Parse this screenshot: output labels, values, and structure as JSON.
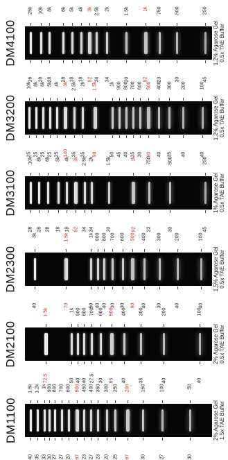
{
  "accent_color": "#c8321e",
  "label_color": "#222222",
  "panels": [
    {
      "name": "DM4100",
      "condition_lines": [
        "1.2% Agarose Gel",
        "0.5x TAE Buffer"
      ],
      "bands": [
        {
          "size": "25k",
          "mass": "16",
          "pos": 0.0,
          "hi": false
        },
        {
          "size": "10k",
          "mass": "28",
          "pos": 0.06,
          "hi": false
        },
        {
          "size": "8k",
          "mass": "28",
          "pos": 0.11,
          "hi": false
        },
        {
          "size": "6k",
          "mass": "28",
          "pos": 0.19,
          "hi": false
        },
        {
          "size": "5k",
          "mass": "18",
          "pos": 0.24,
          "hi": false
        },
        {
          "size": "4k",
          "mass": "18",
          "pos": 0.29,
          "hi": false
        },
        {
          "size": "3k",
          "mass": "92",
          "pos": 0.34,
          "hi": true
        },
        {
          "size": "2.5k",
          "mass": "34",
          "pos": 0.38,
          "hi": false
        },
        {
          "size": "2k",
          "mass": "34",
          "pos": 0.44,
          "hi": false
        },
        {
          "size": "1.5k",
          "mass": "20",
          "pos": 0.55,
          "hi": false
        },
        {
          "size": "1k",
          "mass": "92",
          "pos": 0.66,
          "hi": true
        },
        {
          "size": "750",
          "mass": "23",
          "pos": 0.74,
          "hi": false
        },
        {
          "size": "500",
          "mass": "30",
          "pos": 0.84,
          "hi": false
        },
        {
          "size": "250",
          "mass": "45",
          "pos": 1.0,
          "hi": false
        }
      ]
    },
    {
      "name": "DM3200",
      "condition_lines": [
        "1.2% Agarose Gel",
        "0.5x TAE Buffer"
      ],
      "bands": [
        {
          "size": "10k",
          "mass": "25",
          "pos": 0.0,
          "hi": false
        },
        {
          "size": "8k",
          "mass": "25",
          "pos": 0.04,
          "hi": false
        },
        {
          "size": "6k",
          "mass": "25",
          "pos": 0.08,
          "hi": false
        },
        {
          "size": "5k",
          "mass": "25",
          "pos": 0.12,
          "hi": false
        },
        {
          "size": "4k",
          "mass": "25",
          "pos": 0.16,
          "hi": false
        },
        {
          "size": "3k",
          "mass": "140",
          "pos": 0.21,
          "hi": true
        },
        {
          "size": "2.5k",
          "mass": "35",
          "pos": 0.26,
          "hi": false
        },
        {
          "size": "2k",
          "mass": "35",
          "pos": 0.31,
          "hi": false
        },
        {
          "size": "1.5k",
          "mass": "90",
          "pos": 0.38,
          "hi": true
        },
        {
          "size": "1k",
          "mass": "50",
          "pos": 0.48,
          "hi": false
        },
        {
          "size": "900",
          "mass": "45",
          "pos": 0.52,
          "hi": false
        },
        {
          "size": "800",
          "mass": "40",
          "pos": 0.56,
          "hi": false
        },
        {
          "size": "700",
          "mass": "35",
          "pos": 0.6,
          "hi": false
        },
        {
          "size": "600",
          "mass": "30",
          "pos": 0.64,
          "hi": false
        },
        {
          "size": "500",
          "mass": "90",
          "pos": 0.69,
          "hi": true
        },
        {
          "size": "400",
          "mass": "40",
          "pos": 0.75,
          "hi": false
        },
        {
          "size": "300",
          "mass": "35",
          "pos": 0.81,
          "hi": false
        },
        {
          "size": "200",
          "mass": "40",
          "pos": 0.89,
          "hi": false
        },
        {
          "size": "100",
          "mass": "40",
          "pos": 1.0,
          "hi": false
        }
      ]
    },
    {
      "name": "DM3100",
      "condition_lines": [
        "1% Agarose Gel",
        "0.5x TAE Buffer"
      ],
      "bands": [
        {
          "size": "10k",
          "mass": "28",
          "pos": 0.0,
          "hi": false
        },
        {
          "size": "8k",
          "mass": "28",
          "pos": 0.05,
          "hi": false
        },
        {
          "size": "6k",
          "mass": "28",
          "pos": 0.1,
          "hi": false
        },
        {
          "size": "5k",
          "mass": "18",
          "pos": 0.16,
          "hi": false
        },
        {
          "size": "4k",
          "mass": "18",
          "pos": 0.21,
          "hi": false
        },
        {
          "size": "3k",
          "mass": "92",
          "pos": 0.26,
          "hi": true
        },
        {
          "size": "2.5k",
          "mass": "34",
          "pos": 0.31,
          "hi": false
        },
        {
          "size": "2k",
          "mass": "34",
          "pos": 0.35,
          "hi": false
        },
        {
          "size": "1.5k",
          "mass": "20",
          "pos": 0.45,
          "hi": false
        },
        {
          "size": "1k",
          "mass": "92",
          "pos": 0.59,
          "hi": true
        },
        {
          "size": "750",
          "mass": "23",
          "pos": 0.68,
          "hi": false
        },
        {
          "size": "500",
          "mass": "30",
          "pos": 0.8,
          "hi": false
        },
        {
          "size": "250",
          "mass": "45",
          "pos": 1.0,
          "hi": false
        }
      ]
    },
    {
      "name": "DM2300",
      "condition_lines": [
        "1.5% Agarose Gel",
        "0.5x TAE Buffer"
      ],
      "bands": [
        {
          "size": "3k",
          "mass": "40",
          "pos": 0.0,
          "hi": false
        },
        {
          "size": "1.5k",
          "mass": "70",
          "pos": 0.19,
          "hi": true
        },
        {
          "size": "1k",
          "mass": "50",
          "pos": 0.34,
          "hi": false
        },
        {
          "size": "900",
          "mass": "40",
          "pos": 0.38,
          "hi": false
        },
        {
          "size": "800",
          "mass": "40",
          "pos": 0.42,
          "hi": false
        },
        {
          "size": "700",
          "mass": "30",
          "pos": 0.47,
          "hi": false
        },
        {
          "size": "600",
          "mass": "30",
          "pos": 0.53,
          "hi": false
        },
        {
          "size": "500",
          "mass": "90",
          "pos": 0.59,
          "hi": true
        },
        {
          "size": "400",
          "mass": "40",
          "pos": 0.66,
          "hi": false
        },
        {
          "size": "300",
          "mass": "30",
          "pos": 0.75,
          "hi": false
        },
        {
          "size": "200",
          "mass": "40",
          "pos": 0.86,
          "hi": false
        },
        {
          "size": "100",
          "mass": "40",
          "pos": 1.0,
          "hi": false
        }
      ]
    },
    {
      "name": "DM2100",
      "condition_lines": [
        "2% Agarose Gel",
        "0.5x TAE Buffer"
      ],
      "bands": [
        {
          "size": "1.5k",
          "mass": "72.5",
          "pos": 0.0,
          "hi": true
        },
        {
          "size": "1k",
          "mass": "50",
          "pos": 0.17,
          "hi": false
        },
        {
          "size": "900",
          "mass": "40",
          "pos": 0.21,
          "hi": false
        },
        {
          "size": "800",
          "mass": "40",
          "pos": 0.25,
          "hi": false
        },
        {
          "size": "700",
          "mass": "27.5",
          "pos": 0.3,
          "hi": false
        },
        {
          "size": "600",
          "mass": "30",
          "pos": 0.36,
          "hi": false
        },
        {
          "size": "500",
          "mass": "85",
          "pos": 0.43,
          "hi": true
        },
        {
          "size": "400",
          "mass": "40",
          "pos": 0.51,
          "hi": false
        },
        {
          "size": "300",
          "mass": "35",
          "pos": 0.62,
          "hi": false
        },
        {
          "size": "200",
          "mass": "40",
          "pos": 0.77,
          "hi": false
        },
        {
          "size": "100",
          "mass": "40",
          "pos": 1.0,
          "hi": false
        }
      ]
    },
    {
      "name": "DM1100",
      "condition_lines": [
        "2% Agarose Gel",
        "1.5x TAE Buffer"
      ],
      "bands": [
        {
          "size": "1.5k",
          "mass": "40",
          "pos": 0.0,
          "hi": false
        },
        {
          "size": "1.2k",
          "mass": "35",
          "pos": 0.04,
          "hi": false
        },
        {
          "size": "1k",
          "mass": "33",
          "pos": 0.08,
          "hi": false
        },
        {
          "size": "900",
          "mass": "30",
          "pos": 0.11,
          "hi": false
        },
        {
          "size": "800",
          "mass": "27",
          "pos": 0.14,
          "hi": false
        },
        {
          "size": "700",
          "mass": "27",
          "pos": 0.18,
          "hi": false
        },
        {
          "size": "600",
          "mass": "20",
          "pos": 0.22,
          "hi": false
        },
        {
          "size": "500",
          "mass": "67",
          "pos": 0.27,
          "hi": true
        },
        {
          "size": "450",
          "mass": "23",
          "pos": 0.31,
          "hi": false
        },
        {
          "size": "400",
          "mass": "27",
          "pos": 0.35,
          "hi": false
        },
        {
          "size": "350",
          "mass": "23",
          "pos": 0.39,
          "hi": false
        },
        {
          "size": "300",
          "mass": "20",
          "pos": 0.44,
          "hi": false
        },
        {
          "size": "250",
          "mass": "25",
          "pos": 0.49,
          "hi": false
        },
        {
          "size": "200",
          "mass": "67",
          "pos": 0.56,
          "hi": true
        },
        {
          "size": "150",
          "mass": "30",
          "pos": 0.65,
          "hi": false
        },
        {
          "size": "100",
          "mass": "27",
          "pos": 0.76,
          "hi": false
        },
        {
          "size": "50",
          "mass": "30",
          "pos": 0.92,
          "hi": false
        }
      ]
    }
  ]
}
